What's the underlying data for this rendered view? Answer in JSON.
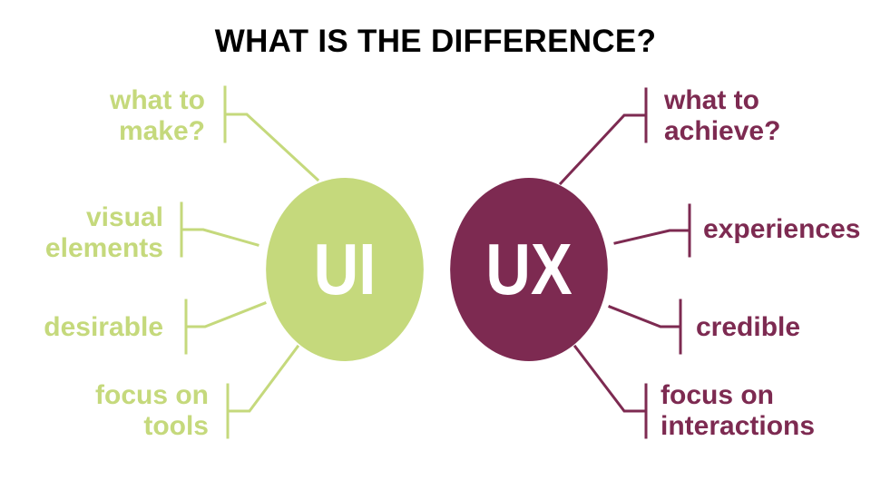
{
  "title": "WHAT IS THE DIFFERENCE?",
  "colors": {
    "ui": "#c5d97c",
    "ux": "#7d2a51"
  },
  "ui": {
    "label": "UI",
    "items": [
      {
        "text": "what to\nmake?"
      },
      {
        "text": "visual\nelements"
      },
      {
        "text": "desirable"
      },
      {
        "text": "focus on\ntools"
      }
    ]
  },
  "ux": {
    "label": "UX",
    "items": [
      {
        "text": "what to\nachieve?"
      },
      {
        "text": "experiences"
      },
      {
        "text": "credible"
      },
      {
        "text": "focus on\ninteractions"
      }
    ]
  }
}
